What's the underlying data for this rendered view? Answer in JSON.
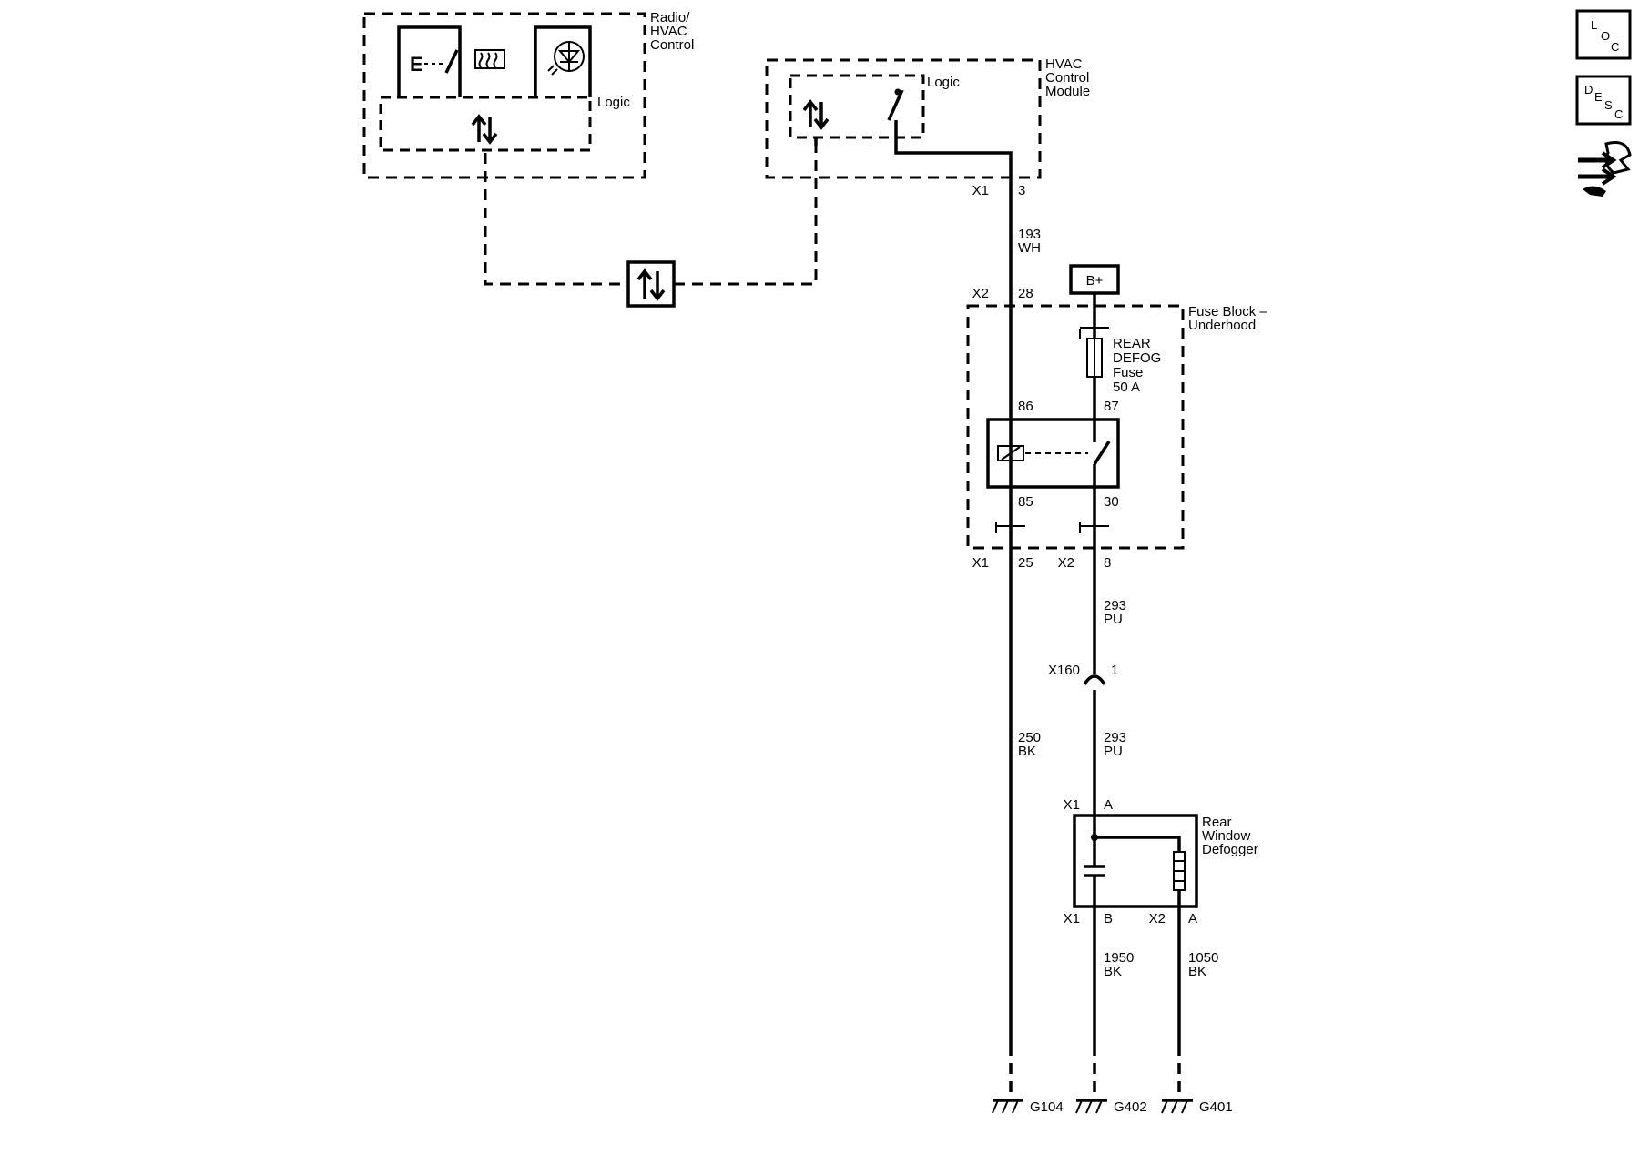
{
  "modules": {
    "radio_hvac": {
      "line1": "Radio/",
      "line2": "HVAC",
      "line3": "Control",
      "logic": "Logic"
    },
    "hvac_module": {
      "line1": "HVAC",
      "line2": "Control",
      "line3": "Module",
      "logic": "Logic"
    },
    "fuse_block": {
      "line1": "Fuse Block –",
      "line2": "Underhood"
    },
    "fuse": {
      "line1": "REAR",
      "line2": "DEFOG",
      "line3": "Fuse",
      "line4": "50 A"
    },
    "defogger": {
      "line1": "Rear",
      "line2": "Window",
      "line3": "Defogger"
    },
    "battery": "B+"
  },
  "connectors": {
    "hvac_x1": "X1",
    "hvac_x1_pin": "3",
    "fb_x2_top": "X2",
    "fb_x2_top_pin": "28",
    "relay_86": "86",
    "relay_87": "87",
    "relay_85": "85",
    "relay_30": "30",
    "fb_x1_bot": "X1",
    "fb_x1_bot_pin": "25",
    "fb_x2_bot": "X2",
    "fb_x2_bot_pin": "8",
    "inline": "X160",
    "inline_pin": "1",
    "def_x1_top": "X1",
    "def_x1_top_pin": "A",
    "def_x1_bot": "X1",
    "def_x1_bot_pin": "B",
    "def_x2_bot": "X2",
    "def_x2_bot_pin": "A"
  },
  "wires": {
    "w193": {
      "circuit": "193",
      "color": "WH"
    },
    "w250": {
      "circuit": "250",
      "color": "BK"
    },
    "w293a": {
      "circuit": "293",
      "color": "PU"
    },
    "w293b": {
      "circuit": "293",
      "color": "PU"
    },
    "w1950": {
      "circuit": "1950",
      "color": "BK"
    },
    "w1050": {
      "circuit": "1050",
      "color": "BK"
    }
  },
  "grounds": {
    "g104": "G104",
    "g402": "G402",
    "g401": "G401"
  },
  "side_buttons": {
    "loc": {
      "a": "L",
      "b": "O",
      "c": "C"
    },
    "desc": {
      "a": "D",
      "b": "E",
      "c": "S",
      "d": "C"
    }
  }
}
